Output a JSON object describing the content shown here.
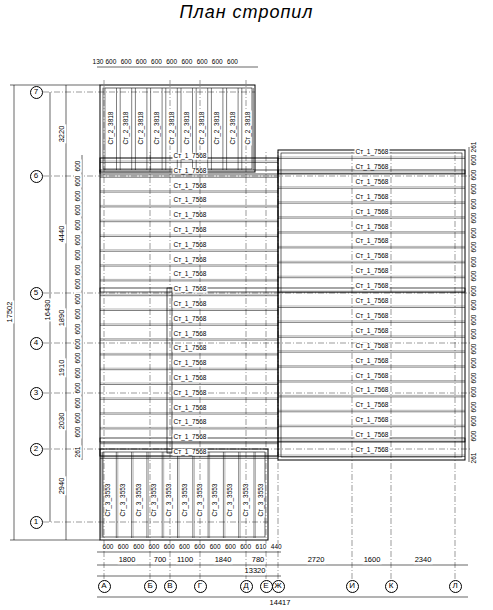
{
  "diagram": {
    "title": "План стропил",
    "nodes": [
      {
        "text": [
          "7"
        ]
      },
      {
        "text": [
          "6"
        ]
      },
      {
        "text": [
          "5"
        ]
      },
      {
        "text": [
          "4"
        ]
      },
      {
        "text": [
          "3"
        ]
      },
      {
        "text": [
          "2"
        ]
      },
      {
        "text": [
          "1"
        ]
      },
      {
        "text": [
          "А"
        ]
      },
      {
        "text": [
          "Б"
        ]
      },
      {
        "text": [
          "В"
        ]
      },
      {
        "text": [
          "Г"
        ]
      },
      {
        "text": [
          "Д"
        ]
      },
      {
        "text": [
          "Е"
        ]
      },
      {
        "text": [
          "Ж"
        ]
      },
      {
        "text": [
          "И"
        ]
      },
      {
        "text": [
          "К"
        ]
      },
      {
        "text": [
          "Л"
        ]
      }
    ],
    "labels": [
      "130",
      "600",
      "600",
      "600",
      "600",
      "600",
      "600",
      "600",
      "600",
      "600",
      "Ст_2_3818",
      "Ст_2_3818",
      "Ст_2_3818",
      "Ст_2_3818",
      "Ст_2_3818",
      "Ст_2_3818",
      "Ст_2_3818",
      "Ст_2_3818",
      "Ст_2_3818",
      "Ст_2_3818",
      "Ст_1_7568",
      "Ст_1_7568",
      "Ст_1_7568",
      "Ст_1_7568",
      "Ст_1_7568",
      "Ст_1_7568",
      "Ст_1_7568",
      "Ст_1_7568",
      "Ст_1_7568",
      "Ст_1_7568",
      "Ст_1_7568",
      "Ст_1_7568",
      "Ст_1_7568",
      "Ст_1_7568",
      "Ст_1_7568",
      "Ст_1_7568",
      "Ст_1_7568",
      "Ст_1_7568",
      "Ст_1_7568",
      "Ст_1_7568",
      "Ст_1_7568",
      "Ст_1_7568",
      "Ст_1_7568",
      "Ст_1_7568",
      "Ст_1_7568",
      "Ст_1_7568",
      "Ст_1_7568",
      "Ст_1_7568",
      "Ст_1_7568",
      "Ст_1_7568",
      "Ст_1_7568",
      "Ст_1_7568",
      "Ст_1_7568",
      "Ст_1_7568",
      "Ст_1_7568",
      "Ст_1_7568",
      "Ст_1_7568",
      "Ст_1_7568",
      "Ст_1_7568",
      "Ст_1_7568",
      "Ст_1_7568",
      "Ст_1_7568",
      "Ст_3_3553",
      "Ст_3_3553",
      "Ст_3_3553",
      "Ст_3_3553",
      "Ст_3_3553",
      "Ст_3_3553",
      "Ст_3_3553",
      "Ст_3_3553",
      "Ст_3_3553",
      "Ст_3_3553",
      "Ст_3_3553",
      "17502",
      "16430",
      "3220",
      "4440",
      "1890",
      "1910",
      "2030",
      "2940",
      "600",
      "600",
      "600",
      "600",
      "600",
      "600",
      "600",
      "600",
      "600",
      "600",
      "600",
      "600",
      "600",
      "600",
      "600",
      "600",
      "600",
      "600",
      "600",
      "261",
      "261",
      "600",
      "600",
      "600",
      "600",
      "600",
      "600",
      "600",
      "600",
      "600",
      "600",
      "600",
      "600",
      "600",
      "600",
      "600",
      "600",
      "600",
      "600",
      "600",
      "600",
      "261",
      "600",
      "600",
      "600",
      "600",
      "600",
      "600",
      "600",
      "600",
      "600",
      "600",
      "610",
      "440",
      "1800",
      "700",
      "1100",
      "1840",
      "780",
      "2720",
      "1600",
      "2340",
      "13320",
      "14417"
    ]
  }
}
